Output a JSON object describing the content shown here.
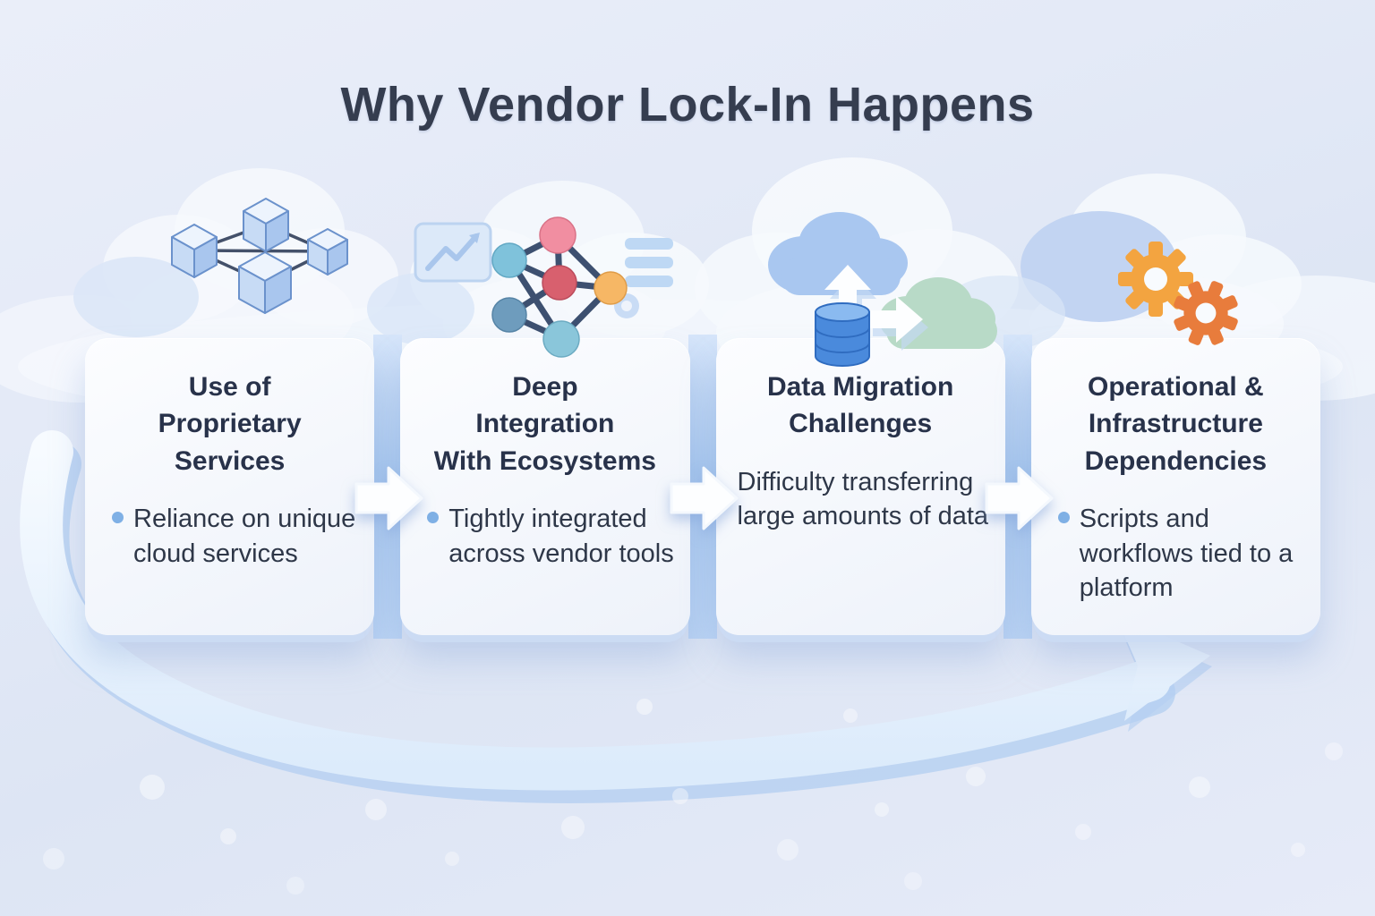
{
  "title": "Why Vendor Lock-In Happens",
  "cards": [
    {
      "icon": "cubes-network-icon",
      "heading_lines": [
        "Use of",
        "Proprietary",
        "Services"
      ],
      "bullet": "Reliance on unique cloud services",
      "has_bullet_dot": true
    },
    {
      "icon": "node-graph-icon",
      "heading_lines": [
        "Deep",
        "Integration",
        "With Ecosystems"
      ],
      "bullet": "Tightly integrated across vendor tools",
      "has_bullet_dot": true
    },
    {
      "icon": "cloud-data-migration-icon",
      "heading_lines": [
        "Data Migration",
        "Challenges"
      ],
      "bullet": "Difficulty transferring large amounts of data",
      "has_bullet_dot": false
    },
    {
      "icon": "gears-icon",
      "heading_lines": [
        "Operational &",
        "Infrastructure",
        "Dependencies"
      ],
      "bullet": "Scripts and workflows tied to a platform",
      "has_bullet_dot": true
    }
  ],
  "colors": {
    "background": "#e2e8f5",
    "card": "#f6f8fc",
    "heading_text": "#28324a",
    "body_text": "#2e3748",
    "bullet_dot": "#7fb0e5",
    "strip_blue": "#a8c8ef",
    "node_pink": "#f18ea1",
    "node_red": "#d8606e",
    "node_orange": "#f6b765",
    "node_blue": "#7fc2db",
    "cube_blue": "#a9c6ee",
    "db_blue": "#4a8adc",
    "cloud_blue": "#a9c7f0",
    "cloud_green": "#b8dac7",
    "gear_orange_light": "#f3a440",
    "gear_orange_dark": "#e87c3c"
  }
}
